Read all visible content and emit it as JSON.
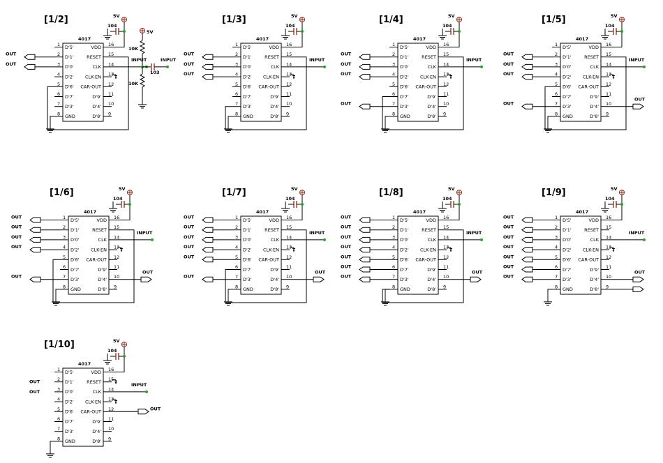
{
  "chip": {
    "name": "4017",
    "cap": "104",
    "vdd_supply": "5V",
    "pins": [
      {
        "num": "1",
        "name": "D'5'"
      },
      {
        "num": "2",
        "name": "D'1'"
      },
      {
        "num": "3",
        "name": "D'0'"
      },
      {
        "num": "4",
        "name": "D'2'"
      },
      {
        "num": "5",
        "name": "D'6'"
      },
      {
        "num": "6",
        "name": "D'7'"
      },
      {
        "num": "7",
        "name": "D'3'"
      },
      {
        "num": "8",
        "name": "GND"
      },
      {
        "num": "16",
        "name": "VDD"
      },
      {
        "num": "15",
        "name": "RESET"
      },
      {
        "num": "14",
        "name": "CLK"
      },
      {
        "num": "13",
        "name": "CLK-EN"
      },
      {
        "num": "12",
        "name": "CAR-OUT"
      },
      {
        "num": "11",
        "name": "D'9'"
      },
      {
        "num": "10",
        "name": "D'4'"
      },
      {
        "num": "9",
        "name": "D'8'"
      }
    ]
  },
  "labels": {
    "out": "OUT",
    "input": "INPUT"
  },
  "input_network": {
    "supply": "5V",
    "r_top": "10K",
    "r_bottom": "10K",
    "cap": "103"
  },
  "circuits": [
    {
      "title": "[1/2]"
    },
    {
      "title": "[1/3]"
    },
    {
      "title": "[1/4]"
    },
    {
      "title": "[1/5]"
    },
    {
      "title": "[1/6]"
    },
    {
      "title": "[1/7]"
    },
    {
      "title": "[1/8]"
    },
    {
      "title": "[1/9]"
    },
    {
      "title": "[1/10]"
    }
  ]
}
